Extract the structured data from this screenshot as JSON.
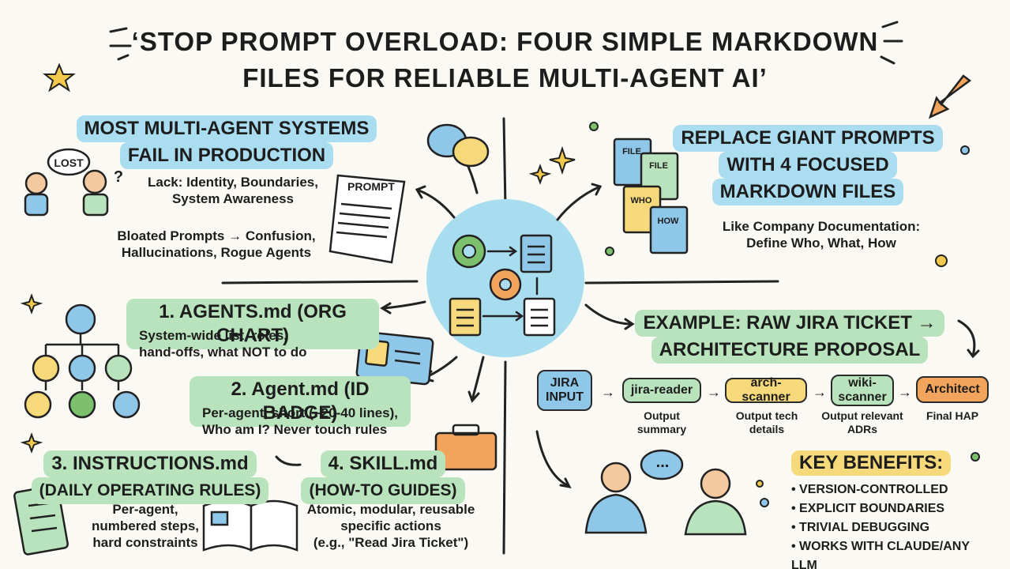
{
  "title": {
    "line1": "‘STOP PROMPT OVERLOAD: FOUR SIMPLE MARKDOWN",
    "line2": "FILES FOR RELIABLE MULTI-AGENT AI’"
  },
  "fail_section": {
    "heading_line1": "MOST MULTI-AGENT SYSTEMS",
    "heading_line2": "FAIL IN PRODUCTION",
    "lost_label": "LOST",
    "question_mark": "?",
    "lack_line1": "Lack: Identity, Boundaries,",
    "lack_line2": "System Awareness",
    "bloat_line1": "Bloated Prompts → Confusion,",
    "bloat_line2": "Hallucinations, Rogue Agents",
    "prompt_label": "PROMPT"
  },
  "replace_section": {
    "heading_line1": "REPLACE GIANT PROMPTS",
    "heading_line2": "WITH 4 FOCUSED",
    "heading_line3": "MARKDOWN FILES",
    "file_labels": [
      "FILE",
      "FILE",
      "WHO",
      "HOW"
    ],
    "body_line1": "Like Company Documentation:",
    "body_line2": "Define Who, What, How"
  },
  "files": {
    "agents": {
      "heading": "1. AGENTS.md (ORG CHART)",
      "line1": "System-wide list, roles,",
      "line2": "hand-offs, what NOT to do"
    },
    "agent": {
      "heading": "2. Agent.md (ID BADGE)",
      "line1": "Per-agent, short (~20-40 lines),",
      "line2": "Who am I? Never touch rules"
    },
    "instructions": {
      "heading_line1": "3. INSTRUCTIONS.md",
      "heading_line2": "(DAILY OPERATING RULES)",
      "line1": "Per-agent,",
      "line2": "numbered steps,",
      "line3": "hard constraints"
    },
    "skill": {
      "heading_line1": "4. SKILL.md",
      "heading_line2": "(HOW-TO GUIDES)",
      "line1": "Atomic, modular, reusable",
      "line2": "specific actions",
      "line3": "(e.g., \"Read Jira Ticket\")"
    }
  },
  "example": {
    "heading_line1": "EXAMPLE: RAW JIRA TICKET →",
    "heading_line2": "ARCHITECTURE PROPOSAL",
    "pipeline": [
      {
        "label": "JIRA INPUT",
        "caption": ""
      },
      {
        "label": "jira-reader",
        "caption": "Output summary"
      },
      {
        "label": "arch-scanner",
        "caption": "Output tech details"
      },
      {
        "label": "wiki-scanner",
        "caption": "Output relevant ADRs"
      },
      {
        "label": "Architect",
        "caption": "Final HAP"
      }
    ],
    "chat_dots": "..."
  },
  "benefits": {
    "heading": "KEY BENEFITS:",
    "items": [
      "VERSION-CONTROLLED",
      "EXPLICIT BOUNDARIES",
      "TRIVIAL DEBUGGING",
      "WORKS WITH CLAUDE/ANY LLM"
    ]
  },
  "colors": {
    "highlight_blue": "#a9ddef",
    "highlight_green": "#b9e3bd",
    "highlight_yellow": "#f6d97a",
    "hub_circle": "#a8dcef",
    "architect_orange": "#f3a45c",
    "star_yellow": "#f2c94c",
    "ink": "#1d1d1d"
  }
}
